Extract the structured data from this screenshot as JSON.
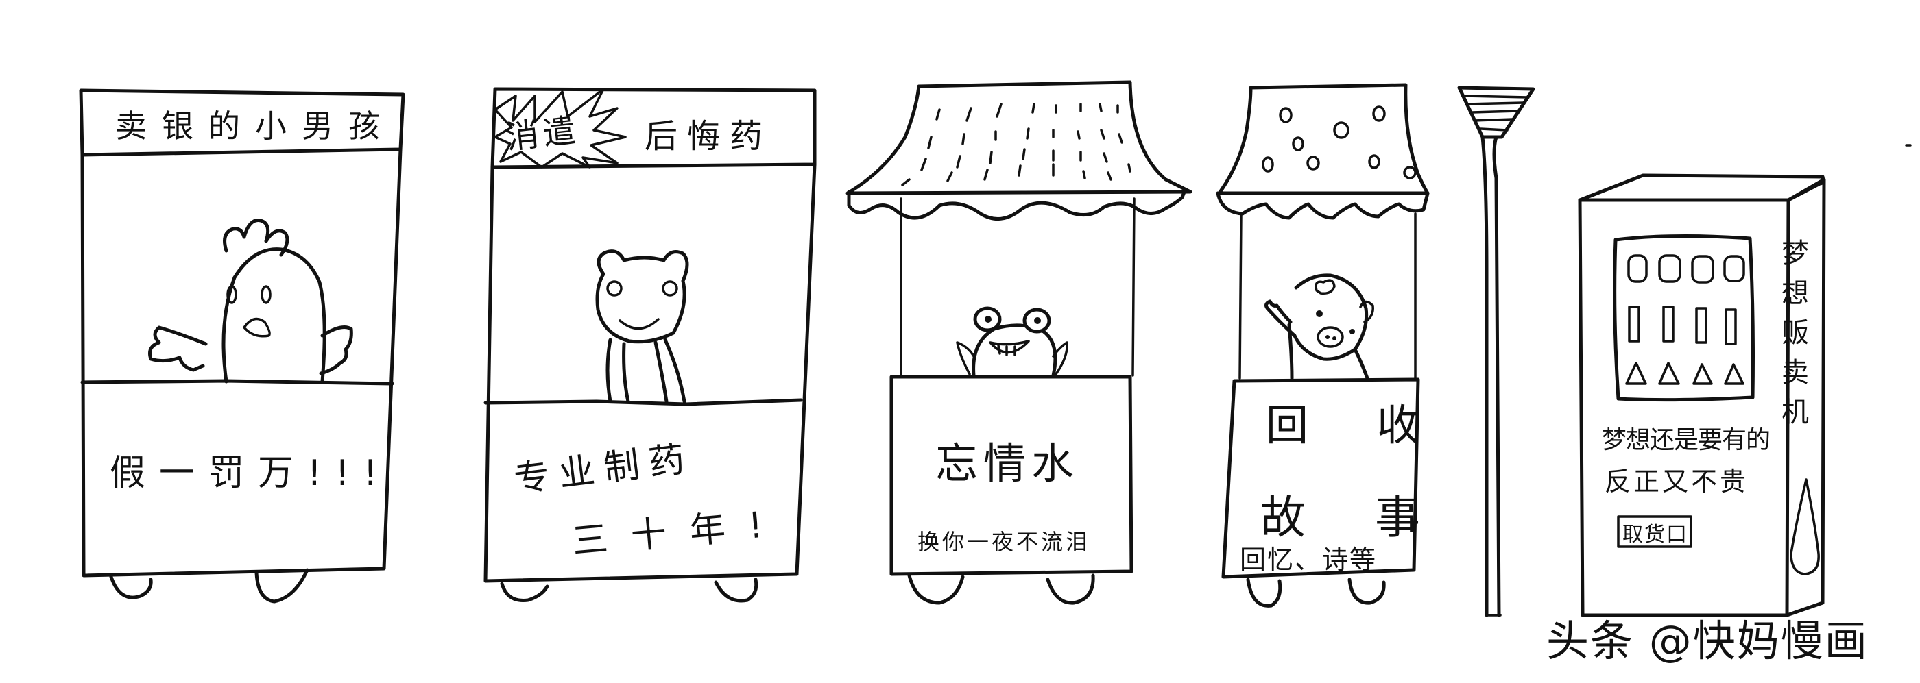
{
  "stands": [
    {
      "id": "silver-boy",
      "sign": "卖银的小男孩",
      "character": "chick",
      "counter_text": "假一罚万!!!"
    },
    {
      "id": "regret-medicine",
      "sign_burst": "消遣",
      "sign": "后悔药",
      "character": "frog",
      "counter_lines": [
        "专业制药",
        "三十年!"
      ]
    },
    {
      "id": "forget-love-water",
      "roof": "striped-awning",
      "character": "grinning-frog",
      "counter_title": "忘情水",
      "counter_sub": "换你一夜不流泪"
    },
    {
      "id": "story-recycling",
      "roof": "polka-dot-awning",
      "character": "pig",
      "counter_lines": [
        "回 收",
        "故 事"
      ],
      "counter_sub": "回忆、诗等"
    },
    {
      "id": "street-lamp",
      "object": "lamp-post"
    },
    {
      "id": "dream-vending-machine",
      "side_label": "梦想贩卖机",
      "slot_rows": [
        "rounded-square",
        "bar",
        "triangle"
      ],
      "slots_per_row": 4,
      "note_lines": [
        "梦想还是要有的",
        "反正又不贵"
      ],
      "pickup_label": "取货口"
    }
  ],
  "watermark": "头条 @快妈慢画"
}
